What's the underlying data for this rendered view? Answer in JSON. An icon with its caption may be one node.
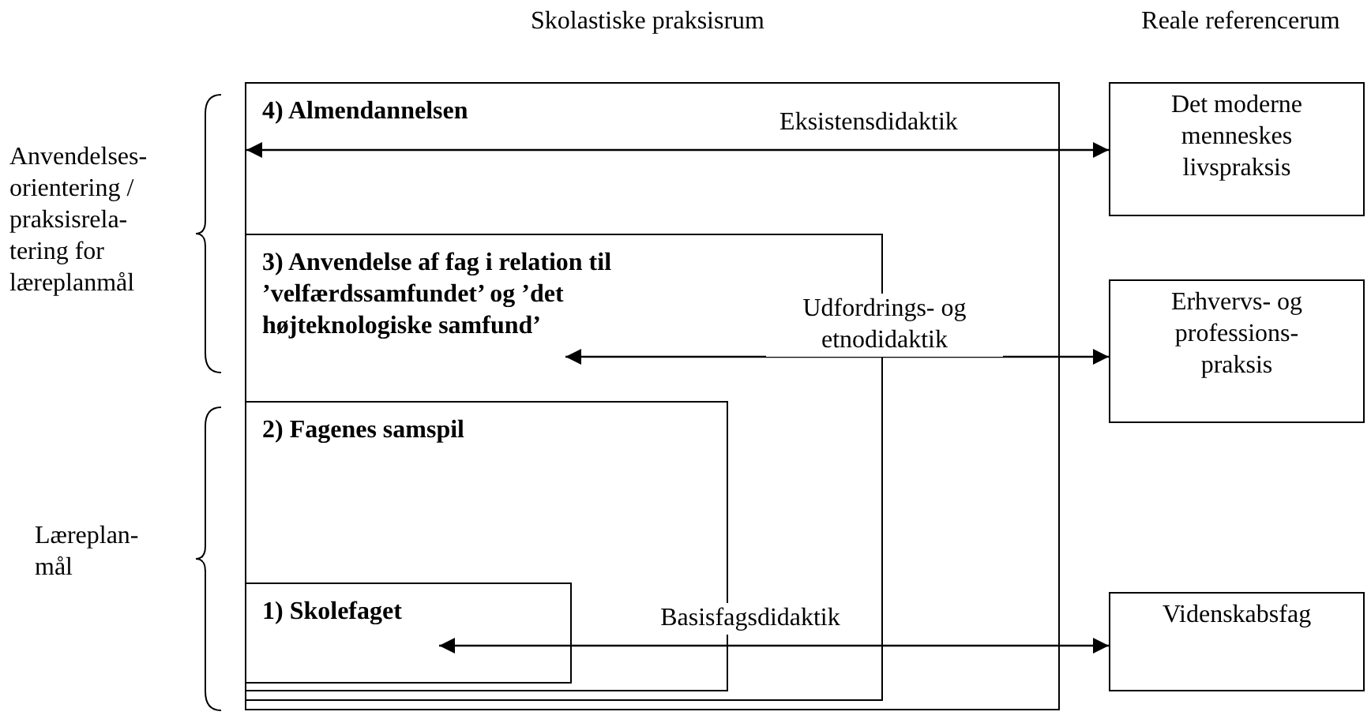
{
  "diagram": {
    "nodes": [
      {
        "text": [
          "4) Almendannelsen"
        ]
      },
      {
        "text": [
          "3) Anvendelse af fag i relation til ’velfærdssamfundet’ og ’det højteknologiske samfund’"
        ],
        "in": 0
      },
      {
        "text": [
          "2) Fagenes samspil"
        ],
        "in": 1
      },
      {
        "text": [
          "1) Skolefaget"
        ],
        "in": 2
      },
      {
        "text": [
          "Det moderne menneskes livspraksis"
        ]
      },
      {
        "text": [
          "Erhvervs- og professions- praksis"
        ]
      },
      {
        "text": [
          "Videnskabsfag"
        ]
      }
    ],
    "edges": [
      {
        "from": 0,
        "to": 4,
        "arrow": "both",
        "label": "Eksistensdidaktik"
      },
      {
        "from": 1,
        "to": 5,
        "arrow": "both",
        "label": "Udfordrings- og etnodidaktik"
      },
      {
        "from": 3,
        "to": 6,
        "arrow": "both",
        "label": "Basisfagsdidaktik"
      }
    ],
    "labels": [
      "Skolastiske praksisrum",
      "Reale referencerum",
      "Anvendelses- orientering / praksisrela- tering for læreplanmål",
      "Læreplan- mål"
    ]
  }
}
